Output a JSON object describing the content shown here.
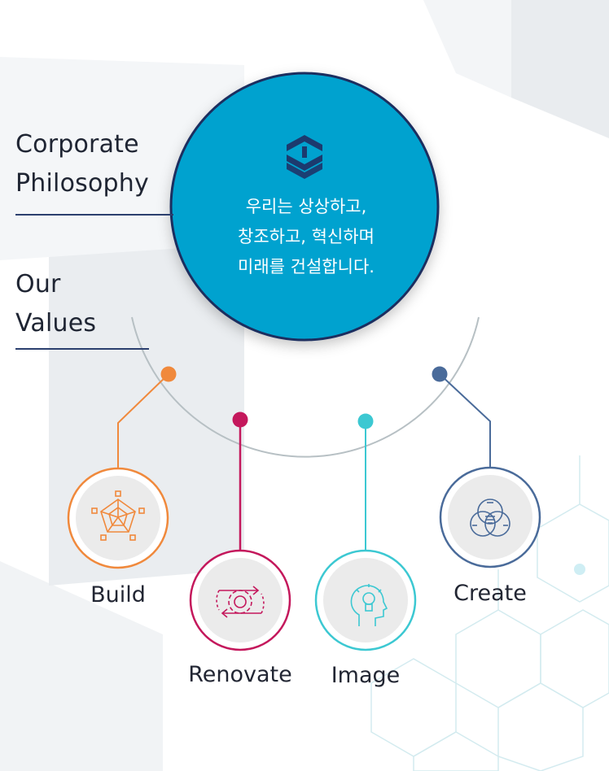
{
  "headings": {
    "philosophy_line1": "Corporate",
    "philosophy_line2": "Philosophy",
    "values_line1": "Our",
    "values_line2": "Values"
  },
  "philosophy_statement": {
    "line1": "우리는 상상하고,",
    "line2": "창조하고, 혁신하며",
    "line3": "미래를 건설합니다."
  },
  "values": [
    {
      "label": "Build",
      "color": "#f0893c",
      "icon": "radar-pentagon-icon"
    },
    {
      "label": "Renovate",
      "color": "#c4185c",
      "icon": "gear-cycle-icon"
    },
    {
      "label": "Image",
      "color": "#3cc8d2",
      "icon": "head-lightbulb-icon"
    },
    {
      "label": "Create",
      "color": "#4a6b9a",
      "icon": "venn-circles-icon"
    }
  ],
  "colors": {
    "center_fill": "#00a2cf",
    "center_border": "#1c2d5e",
    "logo": "#1c3a6e",
    "arc": "#b7c0c4",
    "text": "#1f2533"
  }
}
